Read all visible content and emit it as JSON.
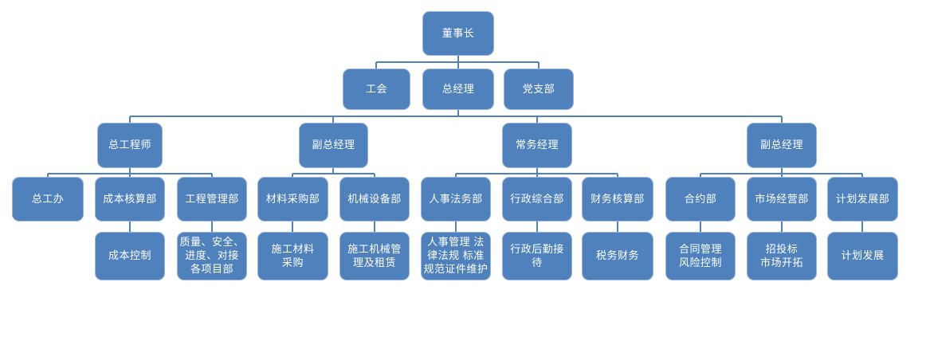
{
  "org": {
    "level1": [
      {
        "id": "chairman",
        "label": "董事长"
      }
    ],
    "level2": [
      {
        "id": "labor-union",
        "label": "工会",
        "parent": "董事长"
      },
      {
        "id": "general-manager",
        "label": "总经理",
        "parent": "董事长"
      },
      {
        "id": "party-branch",
        "label": "党支部",
        "parent": "董事长"
      }
    ],
    "level3": [
      {
        "id": "chief-engineer",
        "label": "总工程师",
        "parent": "总经理"
      },
      {
        "id": "deputy-gm-left",
        "label": "副总经理",
        "parent": "总经理"
      },
      {
        "id": "executive-manager",
        "label": "常务经理",
        "parent": "总经理"
      },
      {
        "id": "deputy-gm-right",
        "label": "副总经理",
        "parent": "总经理"
      }
    ],
    "level4": [
      {
        "id": "chief-engineer-office",
        "label": "总工办",
        "parent": "总工程师"
      },
      {
        "id": "cost-accounting-dept",
        "label": "成本核算部",
        "parent": "总工程师"
      },
      {
        "id": "engineering-mgmt-dept",
        "label": "工程管理部",
        "parent": "总工程师"
      },
      {
        "id": "material-procurement-dept",
        "label": "材料采购部",
        "parent": "副总经理"
      },
      {
        "id": "machinery-equipment-dept",
        "label": "机械设备部",
        "parent": "副总经理"
      },
      {
        "id": "hr-legal-dept",
        "label": "人事法务部",
        "parent": "常务经理"
      },
      {
        "id": "admin-general-dept",
        "label": "行政综合部",
        "parent": "常务经理"
      },
      {
        "id": "finance-accounting-dept",
        "label": "财务核算部",
        "parent": "常务经理"
      },
      {
        "id": "contract-dept",
        "label": "合约部",
        "parent": "副总经理"
      },
      {
        "id": "market-operation-dept",
        "label": "市场经营部",
        "parent": "副总经理"
      },
      {
        "id": "planning-development-dept",
        "label": "计划发展部",
        "parent": "副总经理"
      }
    ],
    "level5": [
      {
        "id": "cost-control",
        "label": "成本控制",
        "parent": "成本核算部"
      },
      {
        "id": "quality-safety-projects",
        "label": "质量、安全、\n进度、对接\n各项目部",
        "parent": "工程管理部"
      },
      {
        "id": "construction-material-procurement",
        "label": "施工材料\n采购",
        "parent": "材料采购部"
      },
      {
        "id": "machinery-mgmt-leasing",
        "label": "施工机械管\n理及租赁",
        "parent": "机械设备部"
      },
      {
        "id": "hr-legal-duties",
        "label": "人事管理 法\n律法规 标准\n规范证件维护",
        "parent": "人事法务部"
      },
      {
        "id": "admin-logistics-reception",
        "label": "行政后勤接\n待",
        "parent": "行政综合部"
      },
      {
        "id": "tax-finance",
        "label": "税务财务",
        "parent": "财务核算部"
      },
      {
        "id": "contract-risk-control",
        "label": "合同管理\n风险控制",
        "parent": "合约部"
      },
      {
        "id": "bidding-market-expansion",
        "label": "招投标\n市场开拓",
        "parent": "市场经营部"
      },
      {
        "id": "planning-development",
        "label": "计划发展",
        "parent": "计划发展部"
      }
    ]
  },
  "colors": {
    "box_fill": "#4f81bd",
    "box_border": "#9ab5da",
    "box_text": "#ffffff",
    "connector": "#4f81bd",
    "background": "#ffffff"
  }
}
